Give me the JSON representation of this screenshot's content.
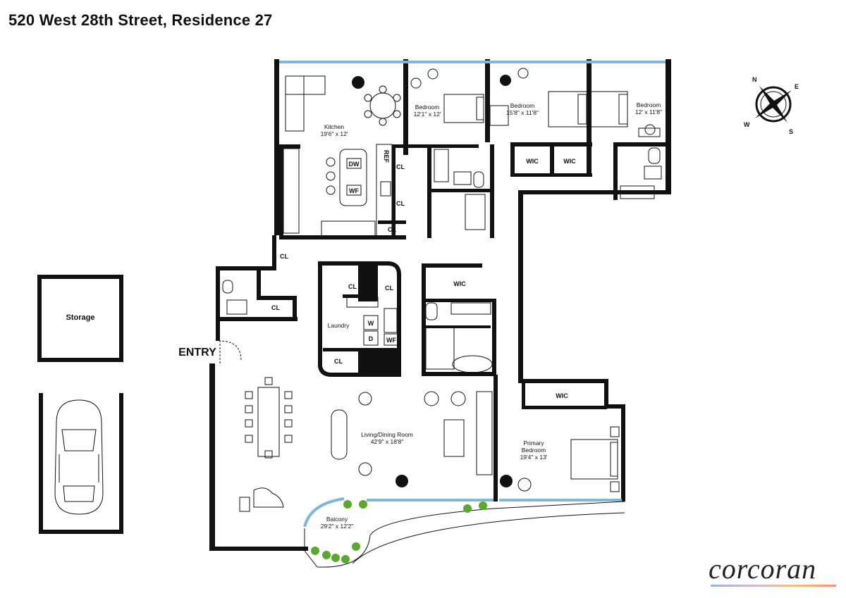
{
  "title": "520 West 28th Street, Residence 27",
  "rooms": {
    "kitchen": {
      "name": "Kitchen",
      "dims": "19'6\" x 12'"
    },
    "bedroom1": {
      "name": "Bedroom",
      "dims": "12'1\" x 12'"
    },
    "bedroom2": {
      "name": "Bedroom",
      "dims": "15'8\" x 11'8\""
    },
    "bedroom3": {
      "name": "Bedroom",
      "dims": "12' x 11'8\""
    },
    "living": {
      "name": "Living/Dining Room",
      "dims": "42'9\" x 18'8\""
    },
    "primary": {
      "name": "Primary Bedroom",
      "name_line1": "Primary",
      "name_line2": "Bedroom",
      "dims": "19'4\" x 13'"
    },
    "balcony": {
      "name": "Balcony",
      "dims": "29'2\" x 12'2\""
    },
    "laundry": {
      "name": "Laundry"
    }
  },
  "labels": {
    "entry": "ENTRY",
    "storage": "Storage",
    "closet": "CL",
    "wic": "WIC",
    "ref": "REF",
    "dw": "DW",
    "wf": "WF",
    "washer": "W",
    "dryer": "D"
  },
  "compass": {
    "n": "N",
    "e": "E",
    "s": "S",
    "w": "W"
  },
  "brand": {
    "logo_text": "corcoran"
  },
  "colors": {
    "wall": "#111111",
    "glass": "#7fb6d9",
    "plants": "#5aa832"
  }
}
